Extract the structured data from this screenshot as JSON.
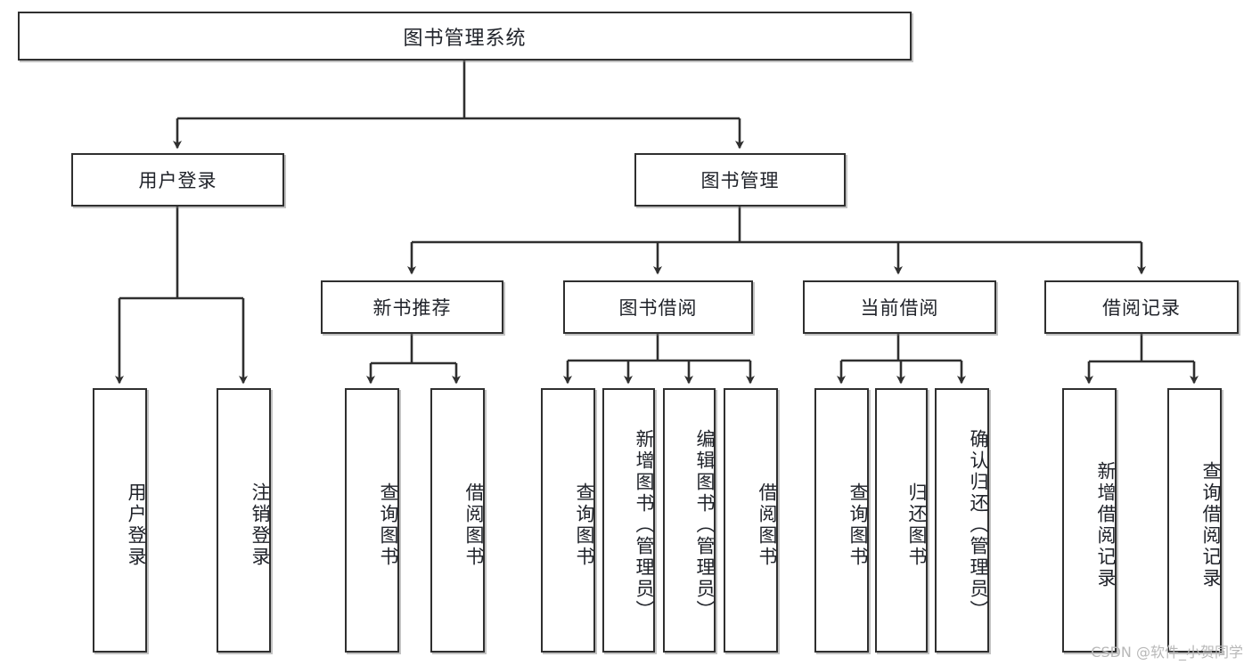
{
  "diagram": {
    "title": "图书管理系统",
    "type": "hierarchy-tree",
    "watermark": "CSDN @软件_小贺同学",
    "nodes": {
      "root": {
        "label": "图书管理系统"
      },
      "level1": [
        {
          "id": "user-login",
          "label": "用户登录"
        },
        {
          "id": "book-manage",
          "label": "图书管理"
        }
      ],
      "level2": [
        {
          "id": "new-book-rec",
          "label": "新书推荐"
        },
        {
          "id": "book-borrow",
          "label": "图书借阅"
        },
        {
          "id": "current-borrow",
          "label": "当前借阅"
        },
        {
          "id": "borrow-record",
          "label": "借阅记录"
        }
      ],
      "leaves": [
        {
          "id": "leaf-user-login",
          "label": "用户登录"
        },
        {
          "id": "leaf-logout",
          "label": "注销登录"
        },
        {
          "id": "leaf-query-book-1",
          "label": "查询图书"
        },
        {
          "id": "leaf-borrow-book-1",
          "label": "借阅图书"
        },
        {
          "id": "leaf-query-book-2",
          "label": "查询图书"
        },
        {
          "id": "leaf-add-book",
          "label": "新增图书（管理员）"
        },
        {
          "id": "leaf-edit-book",
          "label": "编辑图书（管理员）"
        },
        {
          "id": "leaf-borrow-book-2",
          "label": "借阅图书"
        },
        {
          "id": "leaf-query-book-3",
          "label": "查询图书"
        },
        {
          "id": "leaf-return-book",
          "label": "归还图书"
        },
        {
          "id": "leaf-confirm-return",
          "label": "确认归还（管理员）"
        },
        {
          "id": "leaf-add-record",
          "label": "新增借阅记录"
        },
        {
          "id": "leaf-query-record",
          "label": "查询借阅记录"
        }
      ]
    },
    "colors": {
      "stroke": "#2f2f2f",
      "fill": "#ffffff",
      "text": "#20232a",
      "watermark": "#b8b8b8"
    }
  }
}
